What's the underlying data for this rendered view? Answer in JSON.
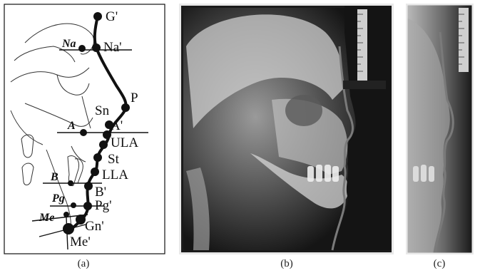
{
  "panels": {
    "a": {
      "caption": "(a)",
      "soft_tissue_labels": [
        "G'",
        "Na'",
        "P",
        "Sn",
        "A'",
        "ULA",
        "St",
        "LLA",
        "B'",
        "Pg'",
        "Gn'",
        "Me'"
      ],
      "hard_tissue_labels": [
        "Na",
        "A",
        "B",
        "Pg",
        "Me"
      ]
    },
    "b": {
      "caption": "(b)"
    },
    "c": {
      "caption": "(c)"
    }
  },
  "colors": {
    "line": "#111111",
    "film": "#1b1b1b",
    "bone": "#d8d8d8"
  }
}
